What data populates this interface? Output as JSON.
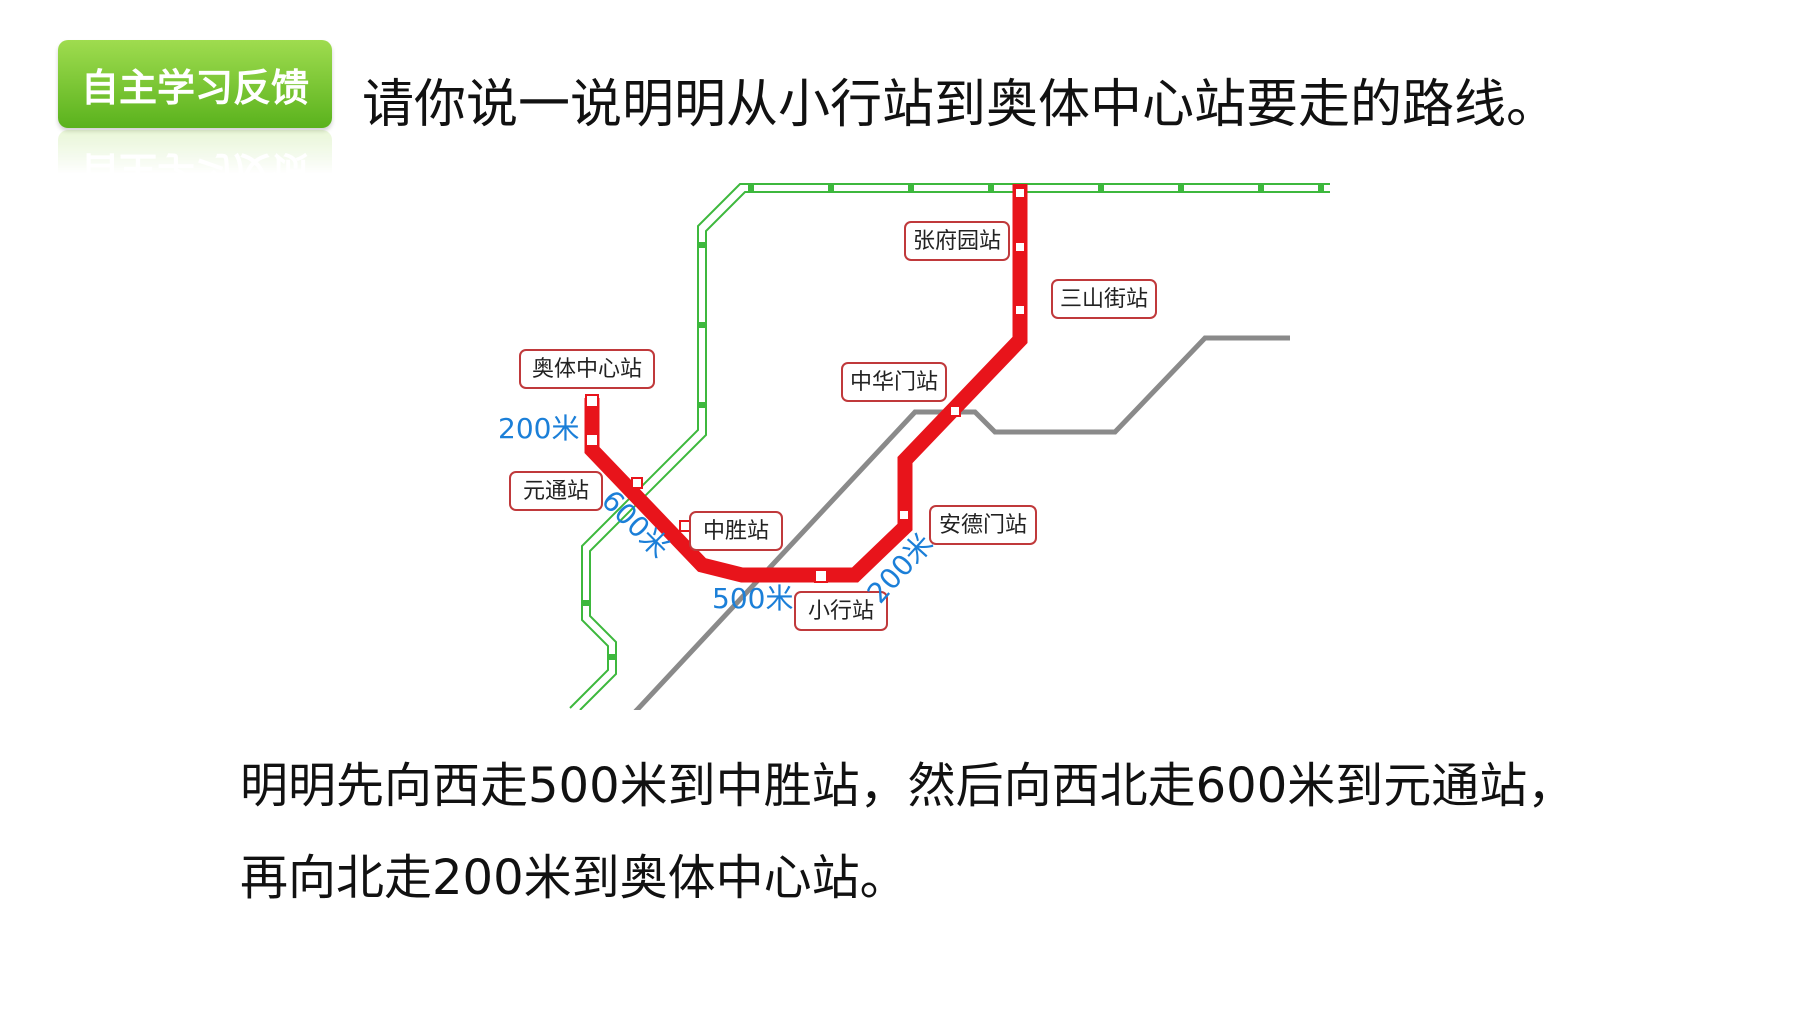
{
  "badge": {
    "label": "自主学习反馈"
  },
  "question": "请你说一说明明从小行站到奥体中心站要走的路线。",
  "map": {
    "stations": {
      "zhangfuyuan": "张府园站",
      "sanshanjie": "三山街站",
      "zhonghuamen": "中华门站",
      "aoti": "奥体中心站",
      "yuantong": "元通站",
      "zhongsheng": "中胜站",
      "andemen": "安德门站",
      "xiaohang": "小行站"
    },
    "distances": {
      "aoti_yuantong": "200米",
      "yuantong_zhongsheng": "600米",
      "zhongsheng_xiaohang": "500米",
      "xiaohang_andemen": "200米"
    },
    "colors": {
      "red_line": "#e8141b",
      "green_line": "#3db83d",
      "gray_line": "#8a8a8a",
      "label_border": "#c0393b",
      "distance_text": "#1b7fd8"
    }
  },
  "answer": {
    "line1": "明明先向西走500米到中胜站，然后向西北走600米到元通站，",
    "line2": "再向北走200米到奥体中心站。"
  }
}
